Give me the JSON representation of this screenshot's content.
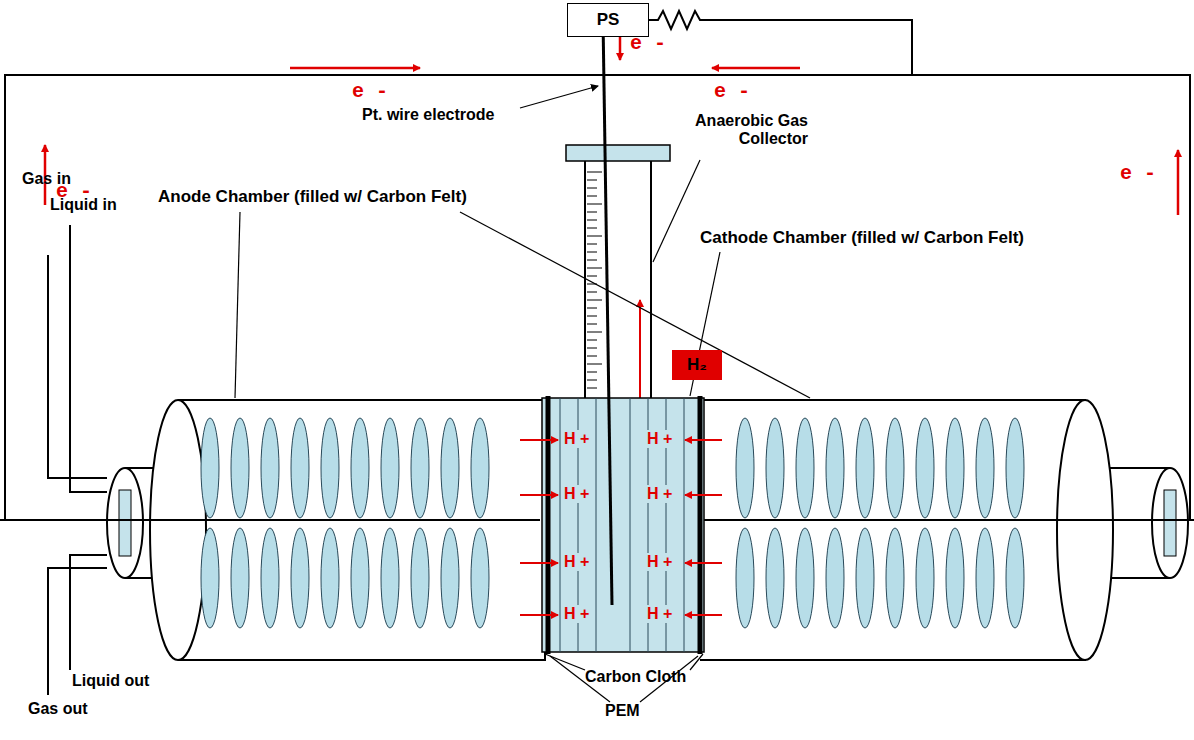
{
  "diagram": {
    "nodes": [
      {
        "text": [
          "PS"
        ]
      },
      {
        "text": [
          "H₂"
        ]
      }
    ],
    "labels": [
      "e -",
      "e -",
      "e -",
      "Pt. wire electrode",
      "Anaerobic Gas Collector",
      "e -",
      "e -",
      "Anode Chamber (filled w/ Carbon Felt)",
      "Cathode Chamber (filled w/ Carbon Felt)",
      "Gas in",
      "Liquid in",
      "H +",
      "H +",
      "H +",
      "H +",
      "H +",
      "H +",
      "H +",
      "H +",
      "Liquid out",
      "Carbon Cloth",
      "Gas out",
      "PEM"
    ]
  }
}
